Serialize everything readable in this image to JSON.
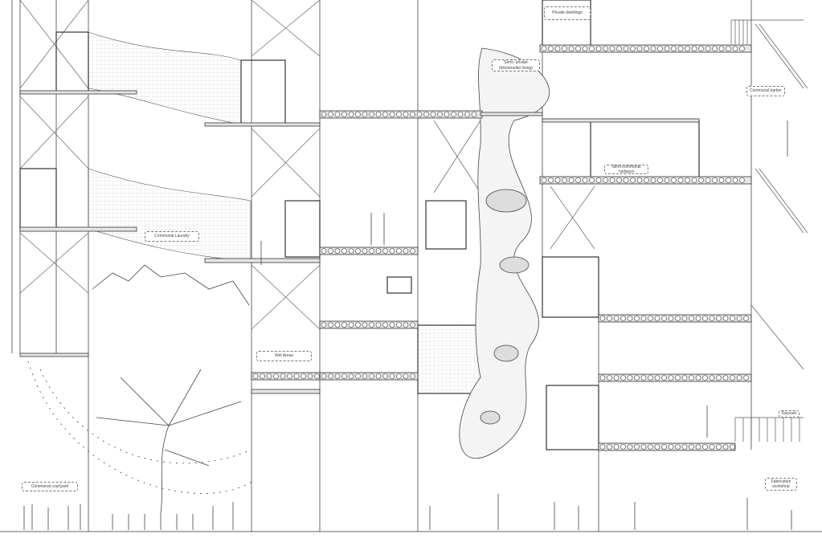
{
  "title": "Architectural section - communal housing",
  "labels": {
    "private_dwellings": "Private dwellings",
    "semi_private": "Semi- private (kitchenette/ living)",
    "communal_barber": "Communal barber",
    "semi_communal_hallways": "Semi-communal hallways",
    "communal_laundry": "Communal Laundry",
    "wet_areas": "Wet Areas",
    "daycare": "Daycare",
    "fabrication_workshop": "Fabrication workshop",
    "communal_courtyard": "Communal courtyard"
  },
  "colors": {
    "line": "#333333",
    "slab": "#e6e6e6",
    "mesh": "#d8d8d8"
  }
}
